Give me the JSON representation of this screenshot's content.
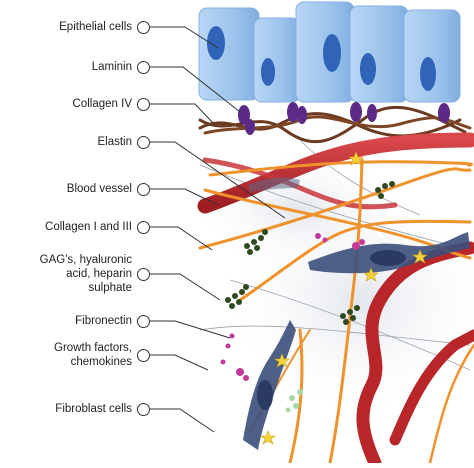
{
  "labels": [
    {
      "id": "epithelial",
      "text": "Epithelial cells"
    },
    {
      "id": "laminin",
      "text": "Laminin"
    },
    {
      "id": "collagen4",
      "text": "Collagen IV"
    },
    {
      "id": "elastin",
      "text": "Elastin"
    },
    {
      "id": "blood_vessel",
      "text": "Blood vessel"
    },
    {
      "id": "collagen13",
      "text": "Collagen I and III"
    },
    {
      "id": "gags",
      "line1": "GAG's, hyaluronic",
      "line2": "acid, heparin",
      "line3": "sulphate"
    },
    {
      "id": "fibronectin",
      "text": "Fibronectin"
    },
    {
      "id": "growth",
      "line1": "Growth factors,",
      "line2": "chemokines"
    },
    {
      "id": "fibroblast",
      "text": "Fibroblast cells"
    }
  ],
  "colors": {
    "epithelial_cell": "#9cc3ec",
    "nucleus": "#2f64b8",
    "laminin": "#5b2a86",
    "collagen_iv": "#6b3a1f",
    "collagen_fiber": "#f0922b",
    "blood_vessel": "#b8262a",
    "fibroblast": "#3b4f7a",
    "gag": "#2f4a1f",
    "growth_factor": "#c2399a",
    "fibronectin_star": "#f5d23a"
  }
}
